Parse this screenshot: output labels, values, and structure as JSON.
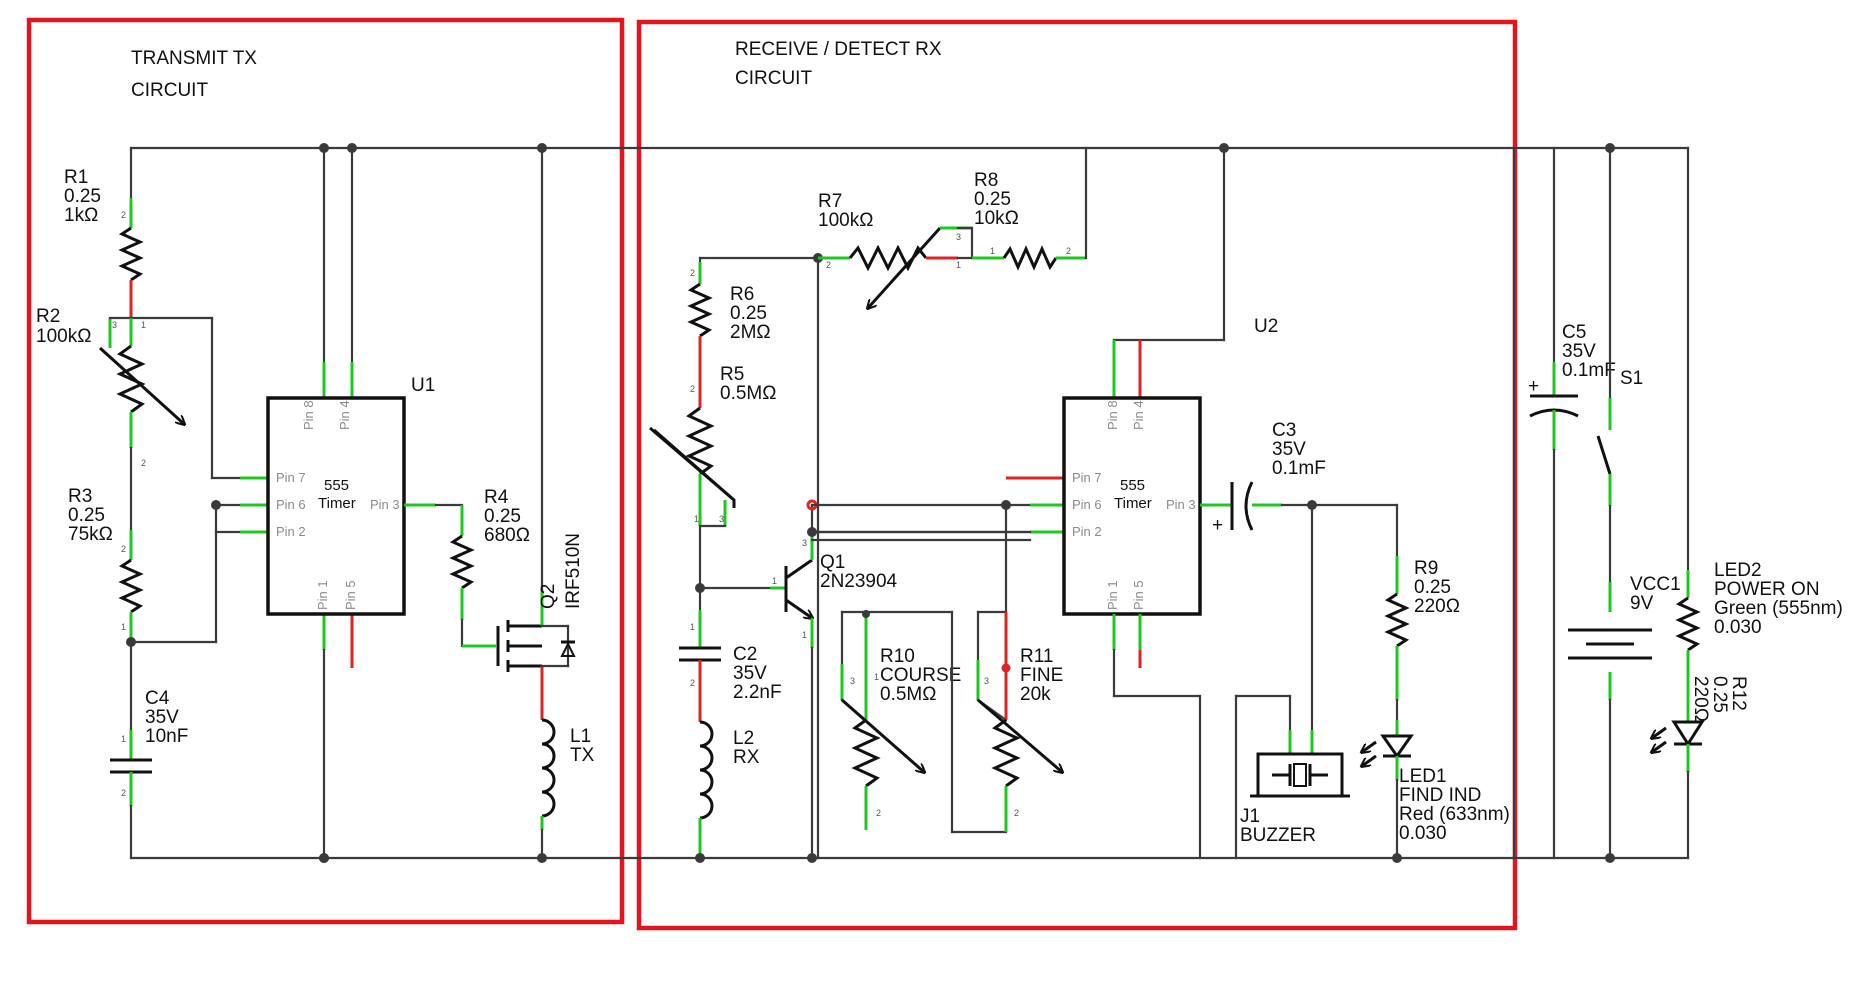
{
  "sections": {
    "tx_title": [
      "TRANSMIT TX",
      "CIRCUIT"
    ],
    "rx_title": [
      "RECEIVE / DETECT RX",
      "CIRCUIT"
    ]
  },
  "components": {
    "R1": [
      "R1",
      "0.25",
      "1kΩ"
    ],
    "R2": [
      "R2",
      "100kΩ"
    ],
    "R3": [
      "R3",
      "0.25",
      "75kΩ"
    ],
    "C4": [
      "C4",
      "35V",
      "10nF"
    ],
    "U1": "U1",
    "R4": [
      "R4",
      "0.25",
      "680Ω"
    ],
    "Q2": [
      "Q2",
      "IRF510N"
    ],
    "L1": [
      "L1",
      "TX"
    ],
    "R6": [
      "R6",
      "0.25",
      "2MΩ"
    ],
    "R5": [
      "R5",
      "0.5MΩ"
    ],
    "R7": [
      "R7",
      "100kΩ"
    ],
    "R8": [
      "R8",
      "0.25",
      "10kΩ"
    ],
    "Q1": [
      "Q1",
      "2N23904"
    ],
    "C2": [
      "C2",
      "35V",
      "2.2nF"
    ],
    "L2": [
      "L2",
      "RX"
    ],
    "R10": [
      "R10",
      "COURSE",
      "0.5MΩ"
    ],
    "R11": [
      "R11",
      "FINE",
      "20k"
    ],
    "U2": "U2",
    "C3": [
      "C3",
      "35V",
      "0.1mF"
    ],
    "R9": [
      "R9",
      "0.25",
      "220Ω"
    ],
    "J1": [
      "J1",
      "BUZZER"
    ],
    "LED1": [
      "LED1",
      "FIND IND",
      "Red (633nm)",
      "0.030"
    ],
    "C5": [
      "C5",
      "35V",
      "0.1mF"
    ],
    "S1": "S1",
    "VCC1": [
      "VCC1",
      "9V"
    ],
    "LED2": [
      "LED2",
      "POWER ON",
      "Green (555nm)",
      "0.030"
    ],
    "R12": [
      "R12",
      "0.25",
      "220Ω"
    ]
  },
  "timer": {
    "name": [
      "555",
      "Timer"
    ],
    "pins": {
      "p8": "Pin 8",
      "p4": "Pin 4",
      "p7": "Pin 7",
      "p6": "Pin 6",
      "p2": "Pin 2",
      "p3": "Pin 3",
      "p1": "Pin 1",
      "p5": "Pin 5"
    }
  },
  "pin_numbers": [
    "1",
    "2",
    "3",
    "4",
    "5",
    "6",
    "7",
    "8"
  ],
  "colors": {
    "frame": "#e4141e",
    "wire": "#3a3a3a",
    "pin_connected": "#1fc81f",
    "pin_unconnected": "#e02424"
  }
}
